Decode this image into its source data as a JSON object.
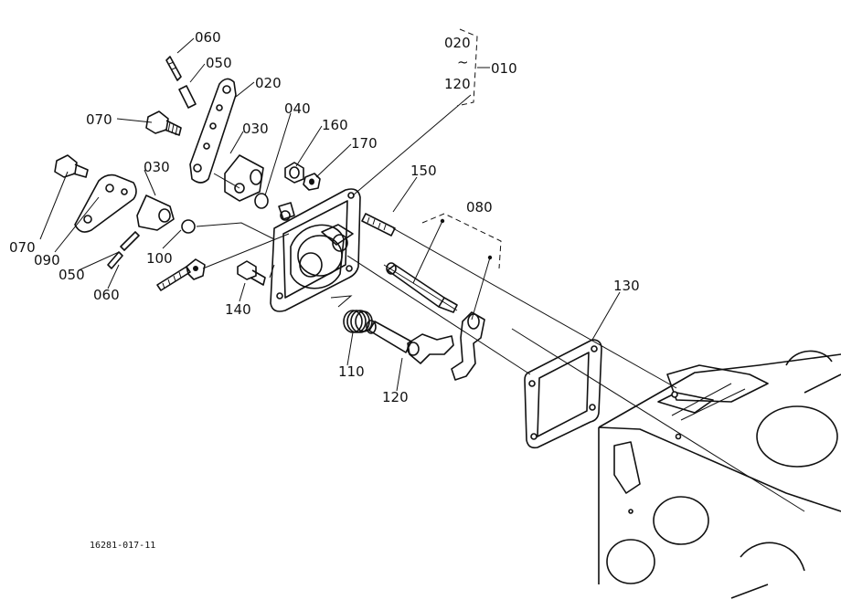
{
  "labels": {
    "l060a": "060",
    "l050a": "050",
    "l020a": "020",
    "l070a": "070",
    "l040": "040",
    "l030a": "030",
    "l160": "160",
    "l170": "170",
    "l030b": "030",
    "l070b": "070",
    "l090": "090",
    "l050b": "050",
    "l060b": "060",
    "l100": "100",
    "l140": "140",
    "l150": "150",
    "l080": "080",
    "l110": "110",
    "l120b": "120",
    "l130": "130",
    "l020b": "020",
    "l120a": "120",
    "l010": "010",
    "tilde": "~"
  },
  "drawing_code": "16281-017-11"
}
